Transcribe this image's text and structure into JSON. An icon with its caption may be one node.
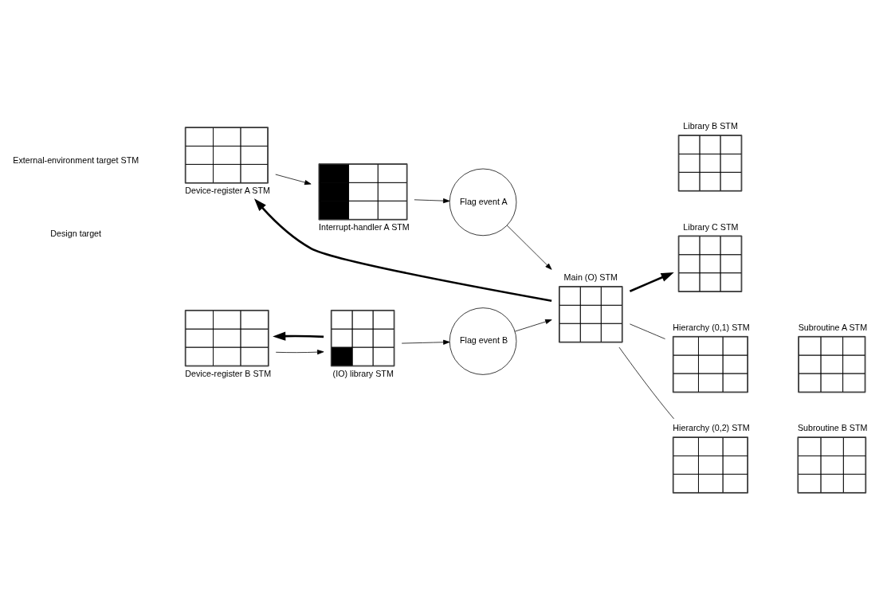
{
  "diagram": {
    "nodes": [
      {
        "text": [
          "Device-register A STM"
        ]
      },
      {
        "text": [
          "Interrupt-handler A STM"
        ]
      },
      {
        "text": [
          "Flag event A"
        ]
      },
      {
        "text": [
          "Main (O) STM"
        ]
      },
      {
        "text": [
          "Library B STM"
        ]
      },
      {
        "text": [
          "Library C STM"
        ]
      },
      {
        "text": [
          "Device-register B STM"
        ]
      },
      {
        "text": [
          "(IO) library STM"
        ]
      },
      {
        "text": [
          "Flag event B"
        ]
      },
      {
        "text": [
          "Hierarchy (0,1) STM"
        ]
      },
      {
        "text": [
          "Hierarchy (0,2) STM"
        ]
      },
      {
        "text": [
          "Subroutine A STM"
        ]
      },
      {
        "text": [
          "Subroutine B STM"
        ]
      }
    ],
    "edges": [
      {
        "from": 0,
        "to": 1,
        "arrow": "to"
      },
      {
        "from": 1,
        "to": 2,
        "arrow": "to"
      },
      {
        "from": 2,
        "to": 3,
        "arrow": "to"
      },
      {
        "from": 3,
        "to": 0,
        "arrow": "to",
        "style": "thick"
      },
      {
        "from": 3,
        "to": 5,
        "arrow": "to",
        "style": "thick"
      },
      {
        "from": 7,
        "to": 6,
        "arrow": "to",
        "style": "thick"
      },
      {
        "from": 6,
        "to": 7,
        "arrow": "to"
      },
      {
        "from": 7,
        "to": 8,
        "arrow": "to"
      },
      {
        "from": 8,
        "to": 3,
        "arrow": "to"
      },
      {
        "from": 3,
        "to": 9,
        "arrow": "none"
      },
      {
        "from": 3,
        "to": 10,
        "arrow": "none"
      }
    ],
    "labels": [
      "External-environment target STM",
      "Design target"
    ]
  }
}
